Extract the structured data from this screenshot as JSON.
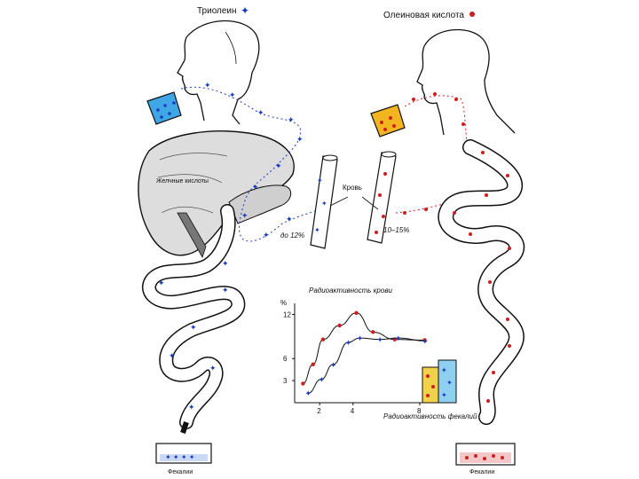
{
  "legend": {
    "triolein_label": "Триолеин",
    "oleic_acid_label": "Олеиновая кислота"
  },
  "labels": {
    "bile_acids": "Желчные кислоты",
    "blood": "Кровь",
    "left_percent": "до 12%",
    "right_percent": "10–15%",
    "feces_left": "Фекалии",
    "feces_right": "Фекалии"
  },
  "chart_data": {
    "type": "line",
    "title": "Радиоактивность крови",
    "xlabel": "",
    "ylabel": "%",
    "x_ticks": [
      2,
      4,
      8
    ],
    "y_ticks": [
      3,
      6,
      12
    ],
    "xlim": [
      0.5,
      8.8
    ],
    "ylim": [
      0,
      13.5
    ],
    "series": [
      {
        "values_x": [
          1,
          1.6,
          2.2,
          3.2,
          4.2,
          5.2,
          6.5,
          8.3
        ],
        "values_y": [
          2.6,
          5.2,
          8.6,
          10.5,
          12.2,
          9.6,
          8.6,
          8.5
        ],
        "color": "#cc1f1f"
      },
      {
        "values_x": [
          1.3,
          2.1,
          2.8,
          3.7,
          4.4,
          5.6,
          6.7,
          8.3
        ],
        "values_y": [
          1.3,
          3.2,
          5.2,
          8.2,
          8.8,
          8.6,
          8.8,
          8.4
        ],
        "color": "#1a3bbf"
      }
    ],
    "inset_caption": "Радиоактивность фекалий"
  },
  "colors": {
    "triolein_star": "#1a3bbf",
    "oleic_dot": "#cc1f1f",
    "left_glass": "#3fa7e6",
    "right_glass": "#f2b51f",
    "feces_tray": "#f3c7c7"
  }
}
